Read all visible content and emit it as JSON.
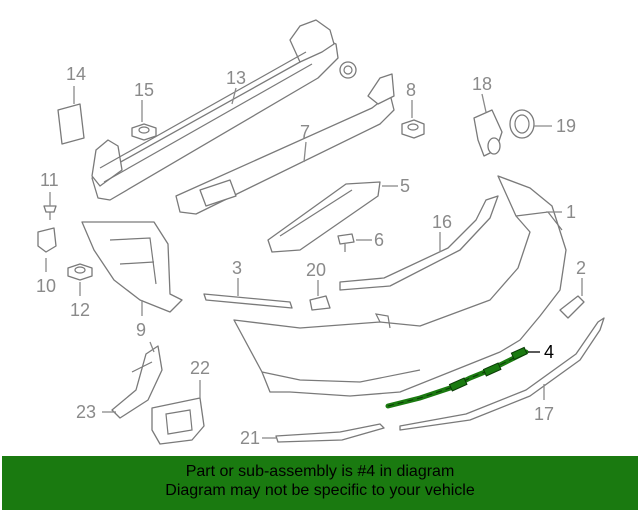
{
  "callouts": [
    {
      "id": "1",
      "text": "1"
    },
    {
      "id": "2",
      "text": "2"
    },
    {
      "id": "3",
      "text": "3"
    },
    {
      "id": "4",
      "text": "4"
    },
    {
      "id": "5",
      "text": "5"
    },
    {
      "id": "6",
      "text": "6"
    },
    {
      "id": "7",
      "text": "7"
    },
    {
      "id": "8",
      "text": "8"
    },
    {
      "id": "9",
      "text": "9"
    },
    {
      "id": "10",
      "text": "10"
    },
    {
      "id": "11",
      "text": "11"
    },
    {
      "id": "12",
      "text": "12"
    },
    {
      "id": "13",
      "text": "13"
    },
    {
      "id": "14",
      "text": "14"
    },
    {
      "id": "15",
      "text": "15"
    },
    {
      "id": "16",
      "text": "16"
    },
    {
      "id": "17",
      "text": "17"
    },
    {
      "id": "18",
      "text": "18"
    },
    {
      "id": "19",
      "text": "19"
    },
    {
      "id": "20",
      "text": "20"
    },
    {
      "id": "21",
      "text": "21"
    },
    {
      "id": "22",
      "text": "22"
    },
    {
      "id": "23",
      "text": "23"
    }
  ],
  "highlighted_part": "4",
  "colors": {
    "highlight": "#1a7a10",
    "banner": "#1a7a10",
    "part_stroke": "#7a7a7a",
    "label": "#8a8a8a"
  },
  "banner": {
    "line1": "Part or sub-assembly is #4 in diagram",
    "line2": "Diagram may not be specific to your vehicle"
  }
}
